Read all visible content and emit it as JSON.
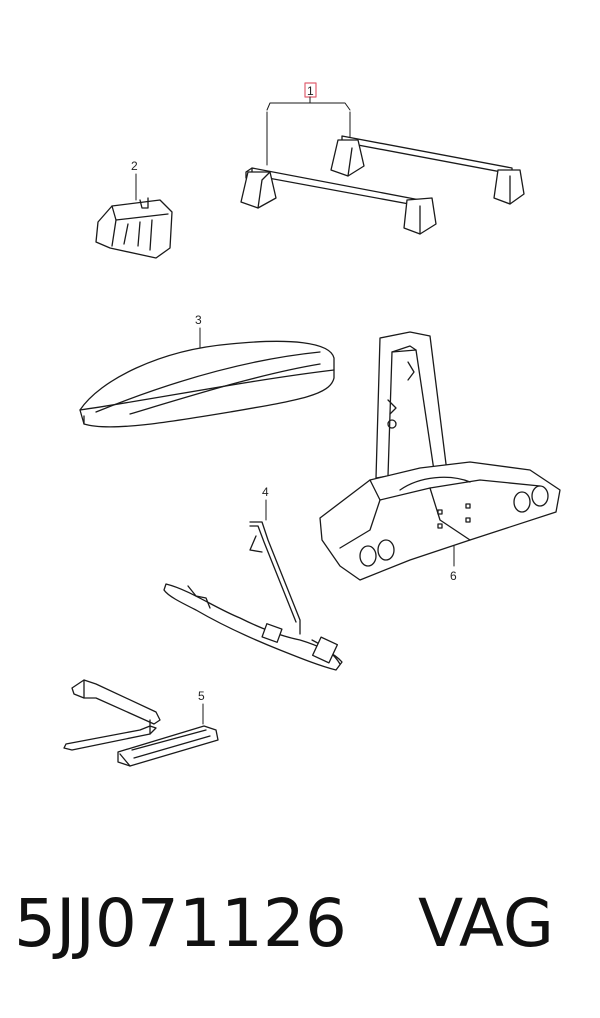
{
  "callouts": {
    "roof_bars": "1",
    "bar_foot": "2",
    "roof_box": "3",
    "bike_holder": "4",
    "ski_holder": "5",
    "bike_carrier": "6"
  },
  "footer": {
    "part_code": "5JJ071126",
    "brand": "VAG"
  },
  "colors": {
    "line": "#1a1a1a",
    "highlight_box": "#e06070"
  }
}
